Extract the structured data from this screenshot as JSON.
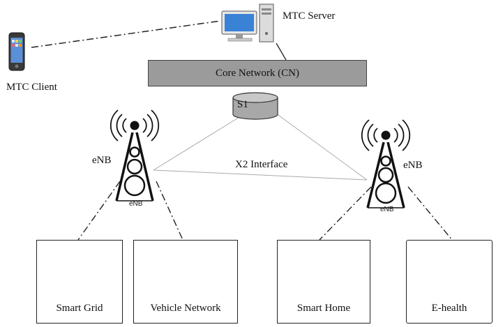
{
  "server": {
    "label": "MTC Server"
  },
  "client": {
    "label": "MTC Client"
  },
  "core": {
    "label": "Core Network (CN)"
  },
  "s1": {
    "label": "S1"
  },
  "x2": {
    "label": "X2 Interface"
  },
  "enb": {
    "left_label": "eNB",
    "right_label": "eNB",
    "tower_text": "eNB"
  },
  "apps": [
    {
      "label": "Smart Grid"
    },
    {
      "label": "Vehicle Network"
    },
    {
      "label": "Smart Home"
    },
    {
      "label": "E-health"
    }
  ]
}
